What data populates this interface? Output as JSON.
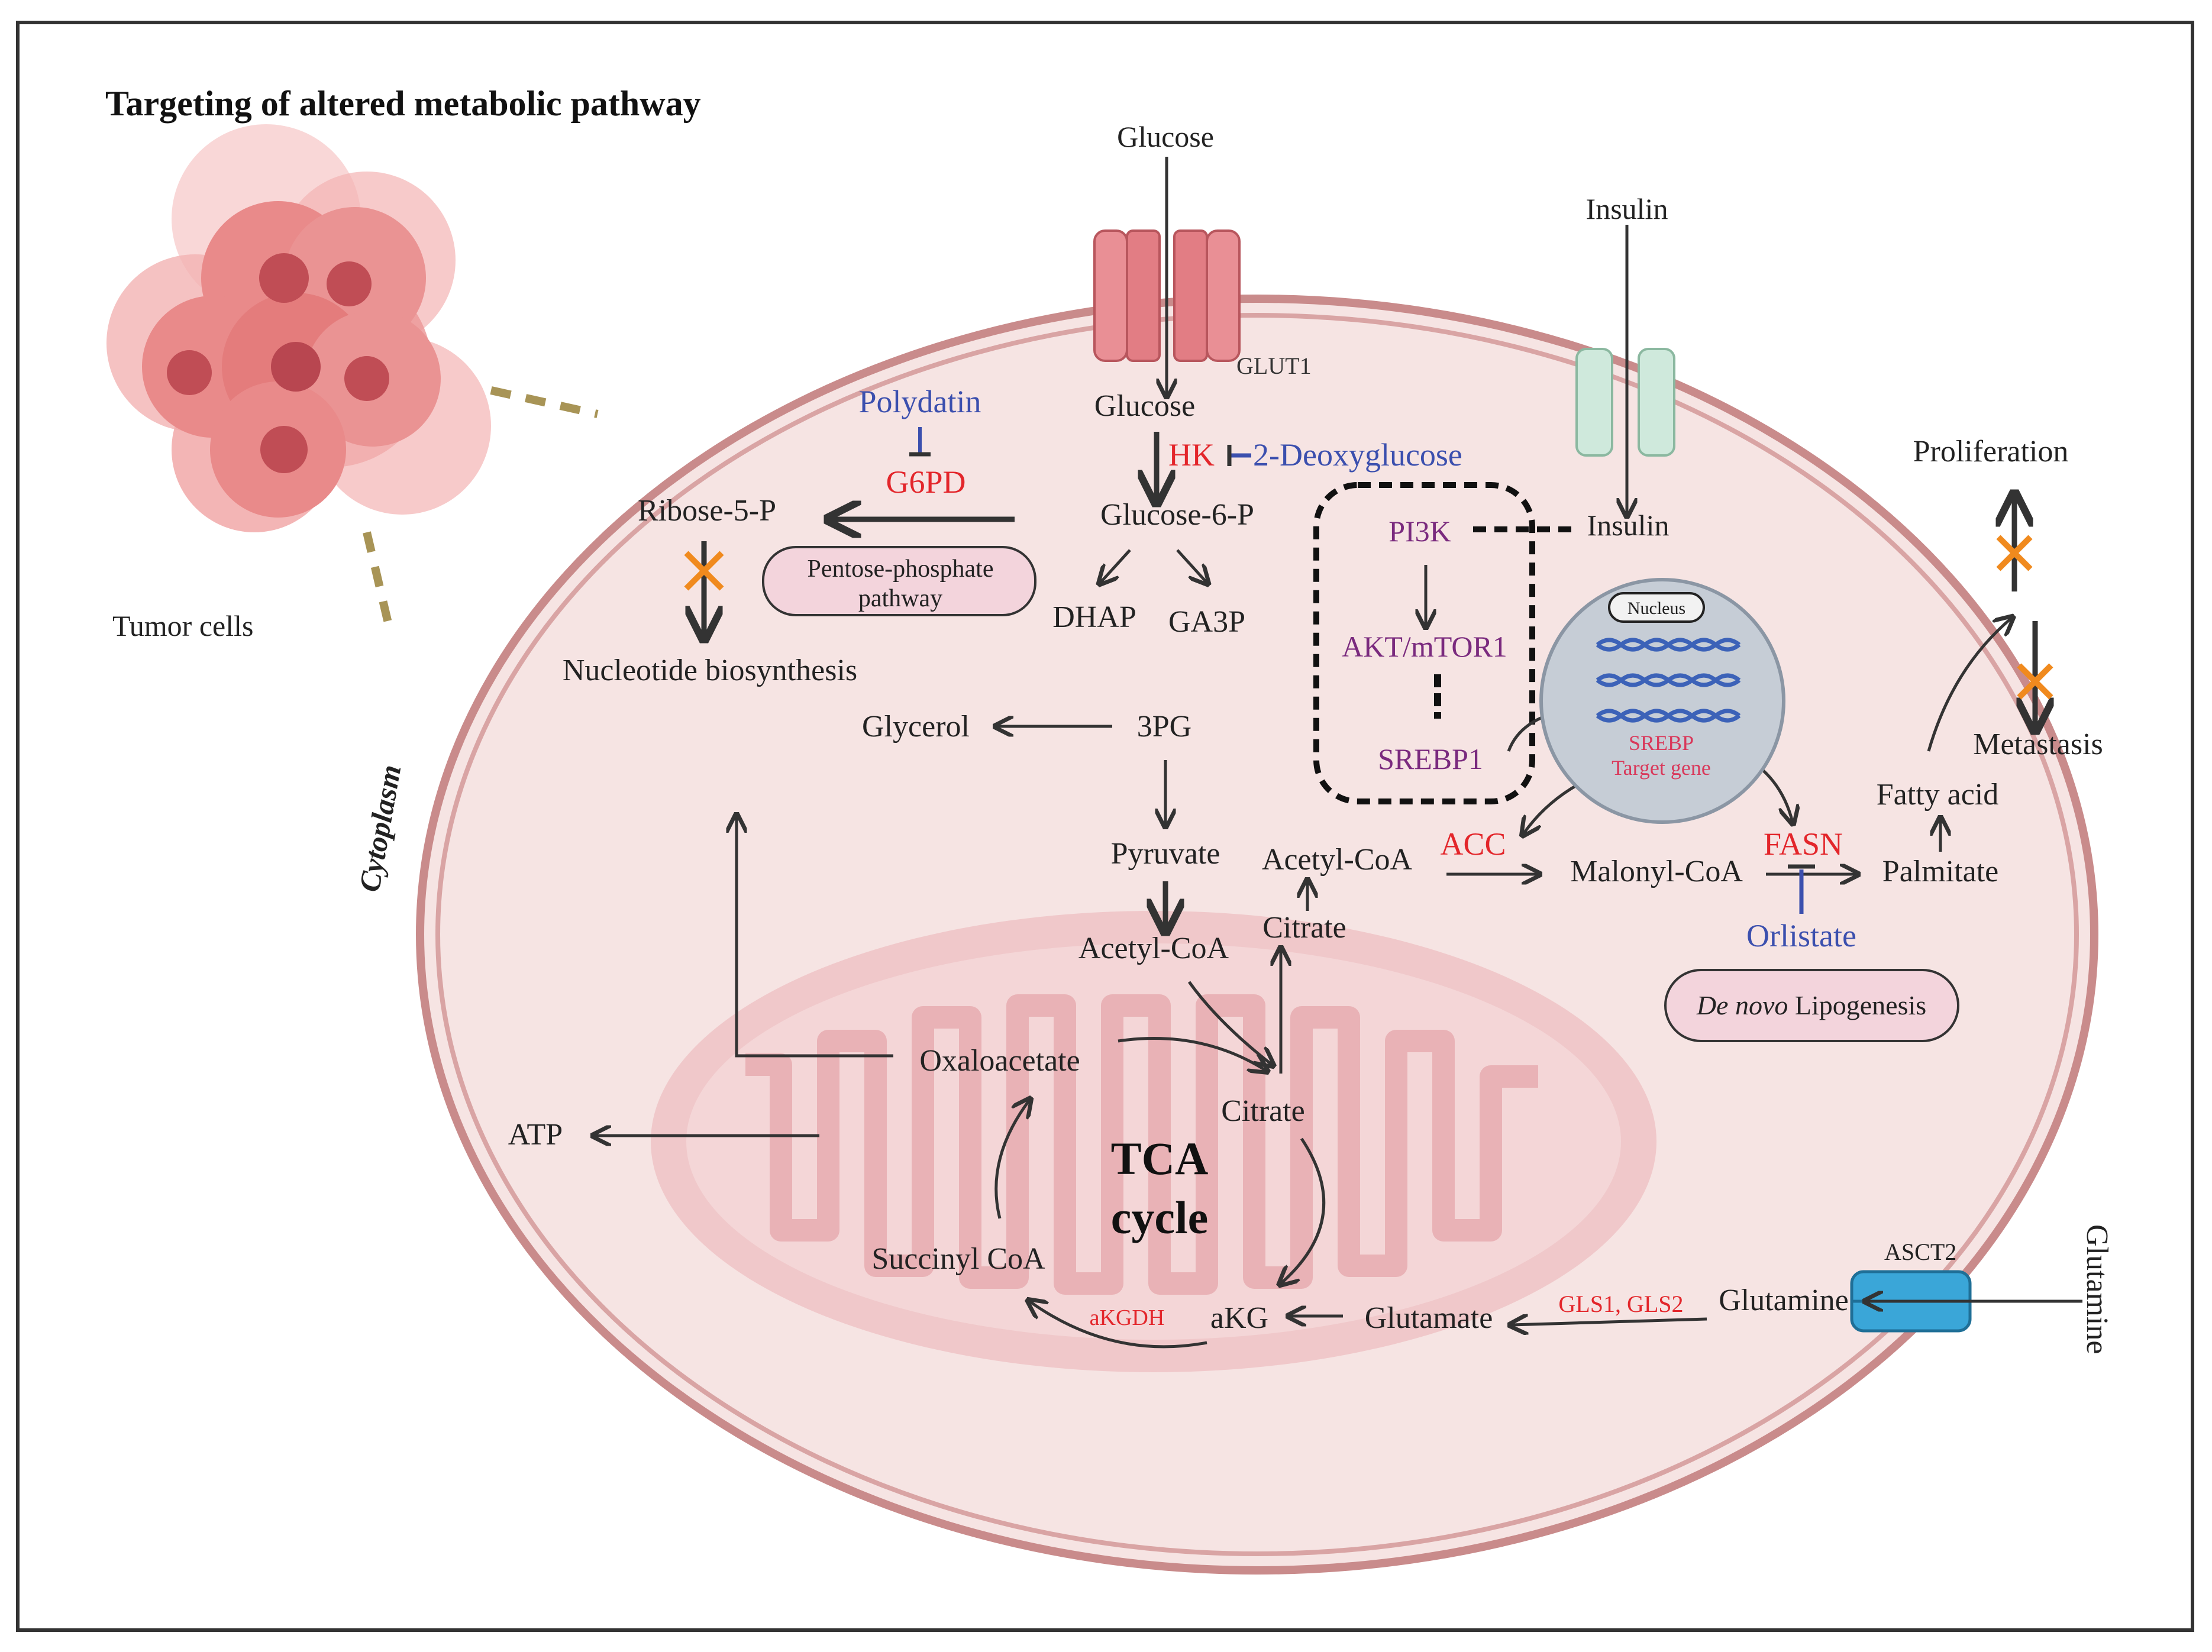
{
  "title": "Targeting of altered metabolic pathway",
  "tumor_cells_label": "Tumor cells",
  "cytoplasm_label": "Cytoplasm",
  "glucose_outside": "Glucose",
  "glut1": "GLUT1",
  "insulin_outside": "Insulin",
  "glucose_inside": "Glucose",
  "hk": "HK",
  "deoxyglucose": "2-Deoxyglucose",
  "polydatin": "Polydatin",
  "g6pd": "G6PD",
  "ribose": "Ribose-5-P",
  "glucose6p": "Glucose-6-P",
  "ppp_line1": "Pentose-phosphate",
  "ppp_line2": "pathway",
  "nucleotide": "Nucleotide biosynthesis",
  "dhap": "DHAP",
  "ga3p": "GA3P",
  "glycerol": "Glycerol",
  "pg3": "3PG",
  "pyruvate": "Pyruvate",
  "acetylcoa_mito": "Acetyl-CoA",
  "acetylcoa_cyto": "Acetyl-CoA",
  "citrate_cyto": "Citrate",
  "acc": "ACC",
  "malonyl": "Malonyl-CoA",
  "fasn": "FASN",
  "palmitate": "Palmitate",
  "orlistate": "Orlistate",
  "fatty_acid": "Fatty acid",
  "proliferation": "Proliferation",
  "metastasis": "Metastasis",
  "de_novo_italic": "De novo",
  "lipogenesis": " Lipogenesis",
  "pi3k": "PI3K",
  "insulin_inside": "Insulin",
  "akt": "AKT/mTOR1",
  "srebp1": "SREBP1",
  "nucleus": "Nucleus",
  "srebp_target_1": "SREBP",
  "srebp_target_2": "Target gene",
  "oxaloacetate": "Oxaloacetate",
  "citrate_tca": "Citrate",
  "tca_1": "TCA",
  "tca_2": "cycle",
  "atp": "ATP",
  "succinyl": "Succinyl CoA",
  "akg": "aKG",
  "akgdh": "aKGDH",
  "glutamate": "Glutamate",
  "gls": "GLS1, GLS2",
  "glutamine_inside": "Glutamine",
  "asct2": "ASCT2",
  "glutamine_outside": "Glutamine",
  "colors": {
    "enzyme": "#e3262b",
    "inhibitor": "#3b4fae",
    "signaling": "#7a2a7e",
    "cell_fill": "#f6e4e3",
    "membrane": "#c98b8b",
    "block_mark": "#f08a1e"
  }
}
